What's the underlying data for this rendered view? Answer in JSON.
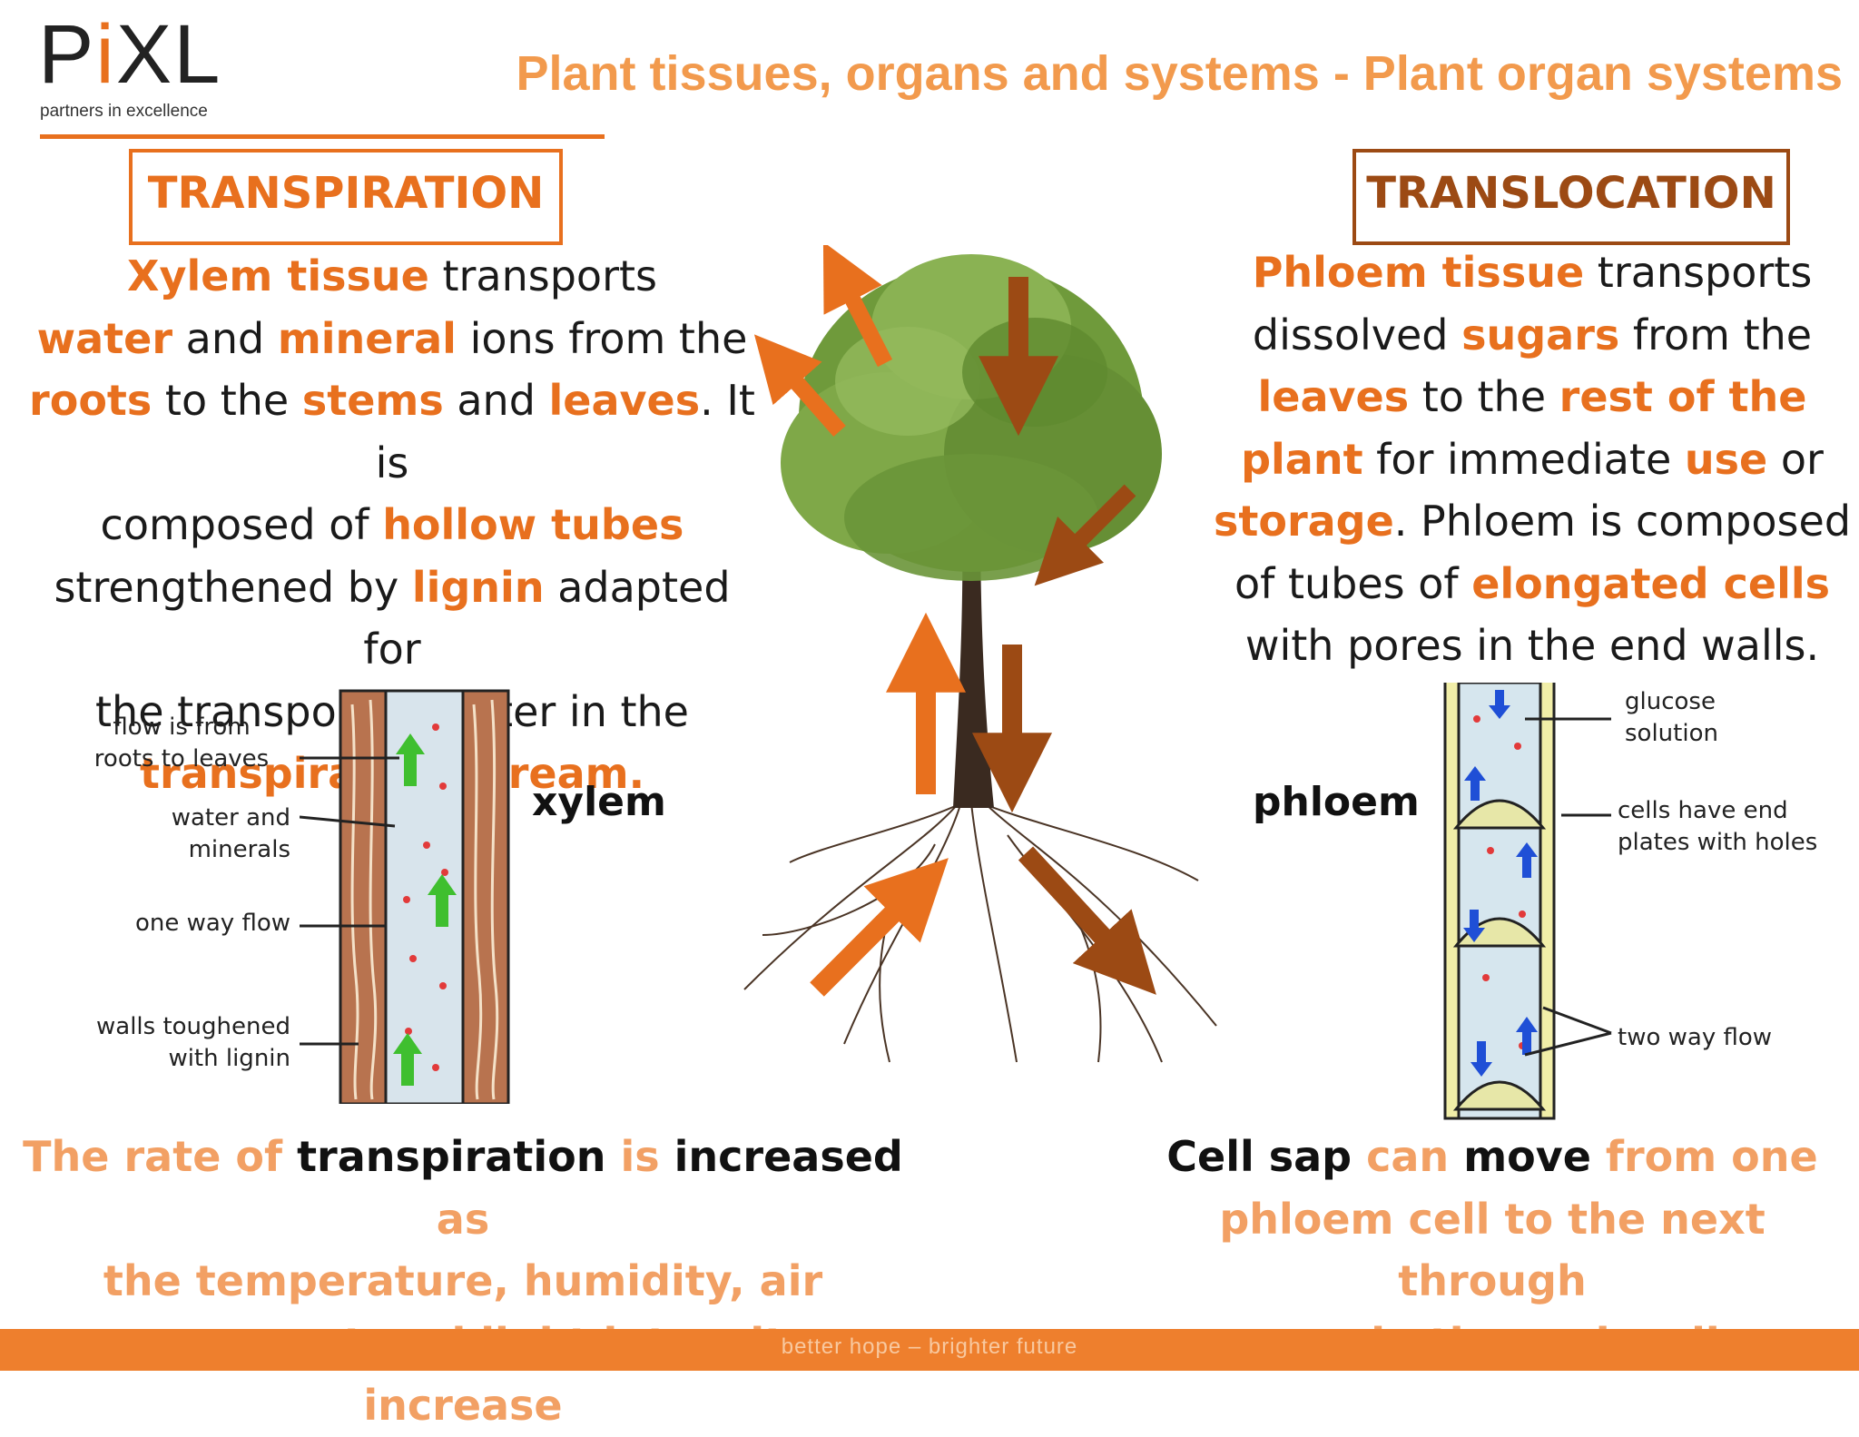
{
  "logo": {
    "letters_pre": "P",
    "letter_i": "i",
    "letters_post": "XL",
    "tagline": "partners in excellence"
  },
  "title": "Plant tissues, organs and systems - Plant organ systems",
  "transpiration": {
    "heading": "TRANSPIRATION",
    "p1": "Xylem tissue",
    "p2": " transports",
    "p3": "water",
    "p4": " and ",
    "p5": "mineral",
    "p6": " ions from the",
    "p7": "roots",
    "p8": " to the ",
    "p9": "stems",
    "p10": " and ",
    "p11": "leaves",
    "p12": ". It is",
    "p13": "composed of ",
    "p14": "hollow tubes",
    "p15": "strengthened by ",
    "p16": "lignin",
    "p17": " adapted for",
    "p18": "the transport of water in the",
    "p19": "transpiration stream."
  },
  "translocation": {
    "heading": "TRANSLOCATION",
    "p1": "Phloem tissue",
    "p2": " transports",
    "p3": "dissolved ",
    "p4": "sugars",
    "p5": " from the",
    "p6": "leaves",
    "p7": " to the ",
    "p8": "rest of the",
    "p9": "plant",
    "p10": " for immediate ",
    "p11": "use",
    "p12": " or",
    "p13": "storage",
    "p14": ". Phloem is composed",
    "p15": "of tubes of ",
    "p16": "elongated cells",
    "p17": "with pores in the end walls."
  },
  "xylem_diagram": {
    "tag": "xylem",
    "label_flow": [
      "flow is from",
      "roots to leaves"
    ],
    "label_water": [
      "water and",
      "minerals"
    ],
    "label_oneway": "one way flow",
    "label_walls": [
      "walls toughened",
      "with lignin"
    ]
  },
  "phloem_diagram": {
    "tag": "phloem",
    "label_glucose": [
      "glucose",
      "solution"
    ],
    "label_plates": [
      "cells have end",
      "plates with holes"
    ],
    "label_twoway": "two way flow"
  },
  "bottom_left": {
    "s1": "The rate of ",
    "s2": "transpiration",
    "s3": " is ",
    "s4": "increased",
    "s5": " as",
    "s6": "the temperature, humidity, air",
    "s7": "movement and light intensity increase"
  },
  "bottom_right": {
    "s1": "Cell sap",
    "s2": " can ",
    "s3": "move",
    "s4": " from one",
    "s5": "phloem cell to the next through",
    "s6": "pores in the end walls."
  },
  "footer": "better hope – brighter future",
  "colors": {
    "orange": "#e8701e",
    "light_orange": "#f29a4d",
    "brown": "#9c4a14",
    "footer_bar": "#ee7f2d"
  },
  "icons": [
    "tree-image",
    "arrow-icon",
    "xylem-tube-illustration",
    "phloem-tube-illustration"
  ]
}
